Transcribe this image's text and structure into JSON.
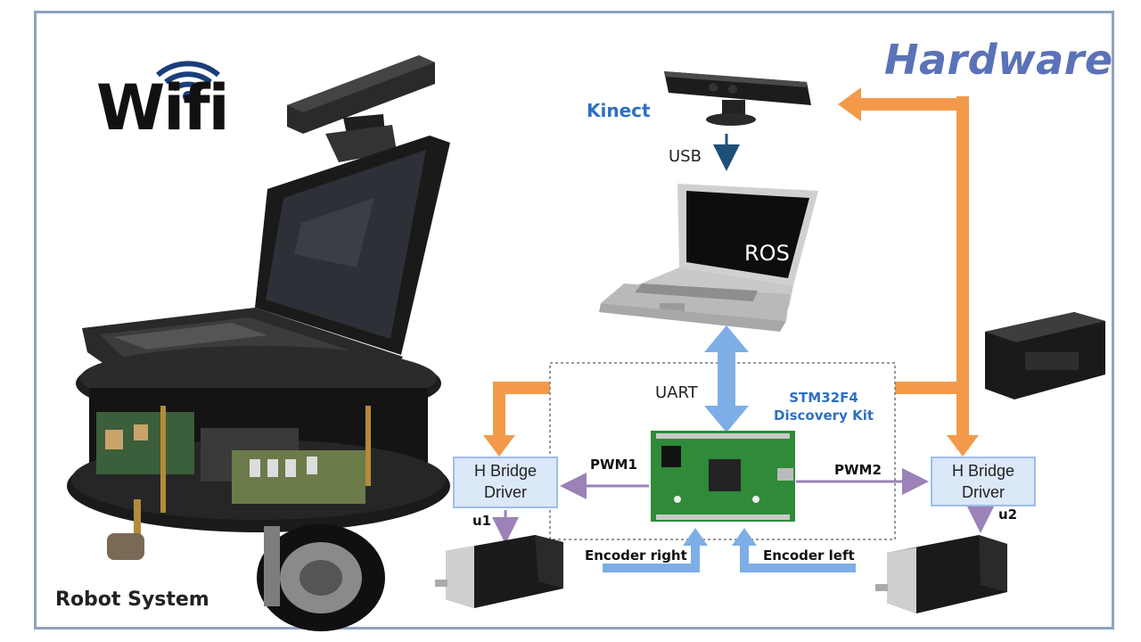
{
  "title": "Hardware",
  "robot_system_label": "Robot System",
  "wifi_label": "Wifi",
  "kinect_label": "Kinect",
  "usb_label": "USB",
  "ros_label": "ROS",
  "uart_label": "UART",
  "stm_label_line1": "STM32F4",
  "stm_label_line2": "Discovery Kit",
  "hbridge_left": {
    "line1": "H Bridge",
    "line2": "Driver"
  },
  "hbridge_right": {
    "line1": "H Bridge",
    "line2": "Driver"
  },
  "pwm1_label": "PWM1",
  "pwm2_label": "PWM2",
  "u1_label": "u1",
  "u2_label": "u2",
  "encoder_right_label": "Encoder right",
  "encoder_left_label": "Encoder left",
  "colors": {
    "power_arrow": "#f39a4a",
    "data_arrow": "#7eaee6",
    "pwm_arrow": "#9b82b8",
    "board_green": "#2f8a3a",
    "hbridge_fill": "#dbe8f8",
    "title_blue": "#5a72b8",
    "label_blue": "#2e6fc4"
  }
}
